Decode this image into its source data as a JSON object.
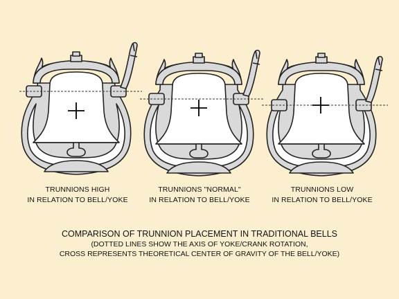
{
  "panels": [
    {
      "key": "high",
      "caption_line1": "TRUNNIONS HIGH",
      "caption_line2": "IN RELATION TO BELL/YOKE"
    },
    {
      "key": "normal",
      "caption_line1": "TRUNNIONS \"NORMAL\"",
      "caption_line2": "IN RELATION TO BELL/YOKE"
    },
    {
      "key": "low",
      "caption_line1": "TRUNNIONS LOW",
      "caption_line2": "IN RELATION TO BELL/YOKE"
    }
  ],
  "title": {
    "main": "COMPARISON OF TRUNNION PLACEMENT IN TRADITIONAL BELLS",
    "line2": "(DOTTED LINES SHOW THE AXIS OF YOKE/CRANK ROTATION,",
    "line3": "CROSS REPRESENTS THEORETICAL CENTER OF GRAVITY  OF THE BELL/YOKE)"
  },
  "colors": {
    "background": "#fbefd0",
    "yoke_fill": "#d9d9d9",
    "bell_fill": "#ffffff",
    "outline": "#222222"
  }
}
